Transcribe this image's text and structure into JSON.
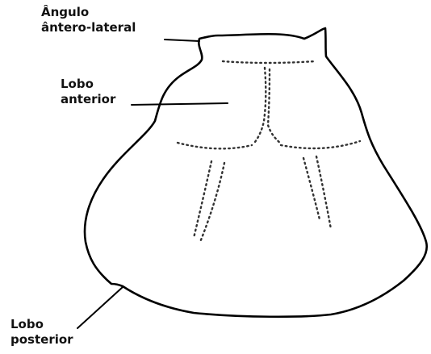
{
  "labels": {
    "anterolateral_angle": {
      "line1": "Ângulo",
      "line2": "ântero-lateral"
    },
    "anterior_lobe": {
      "line1": "Lobo",
      "line2": "anterior"
    },
    "posterior_lobe": {
      "line1": "Lobo",
      "line2": "posterior"
    }
  },
  "colors": {
    "outline": "#000000",
    "dots": "#333333",
    "background": "#ffffff"
  }
}
